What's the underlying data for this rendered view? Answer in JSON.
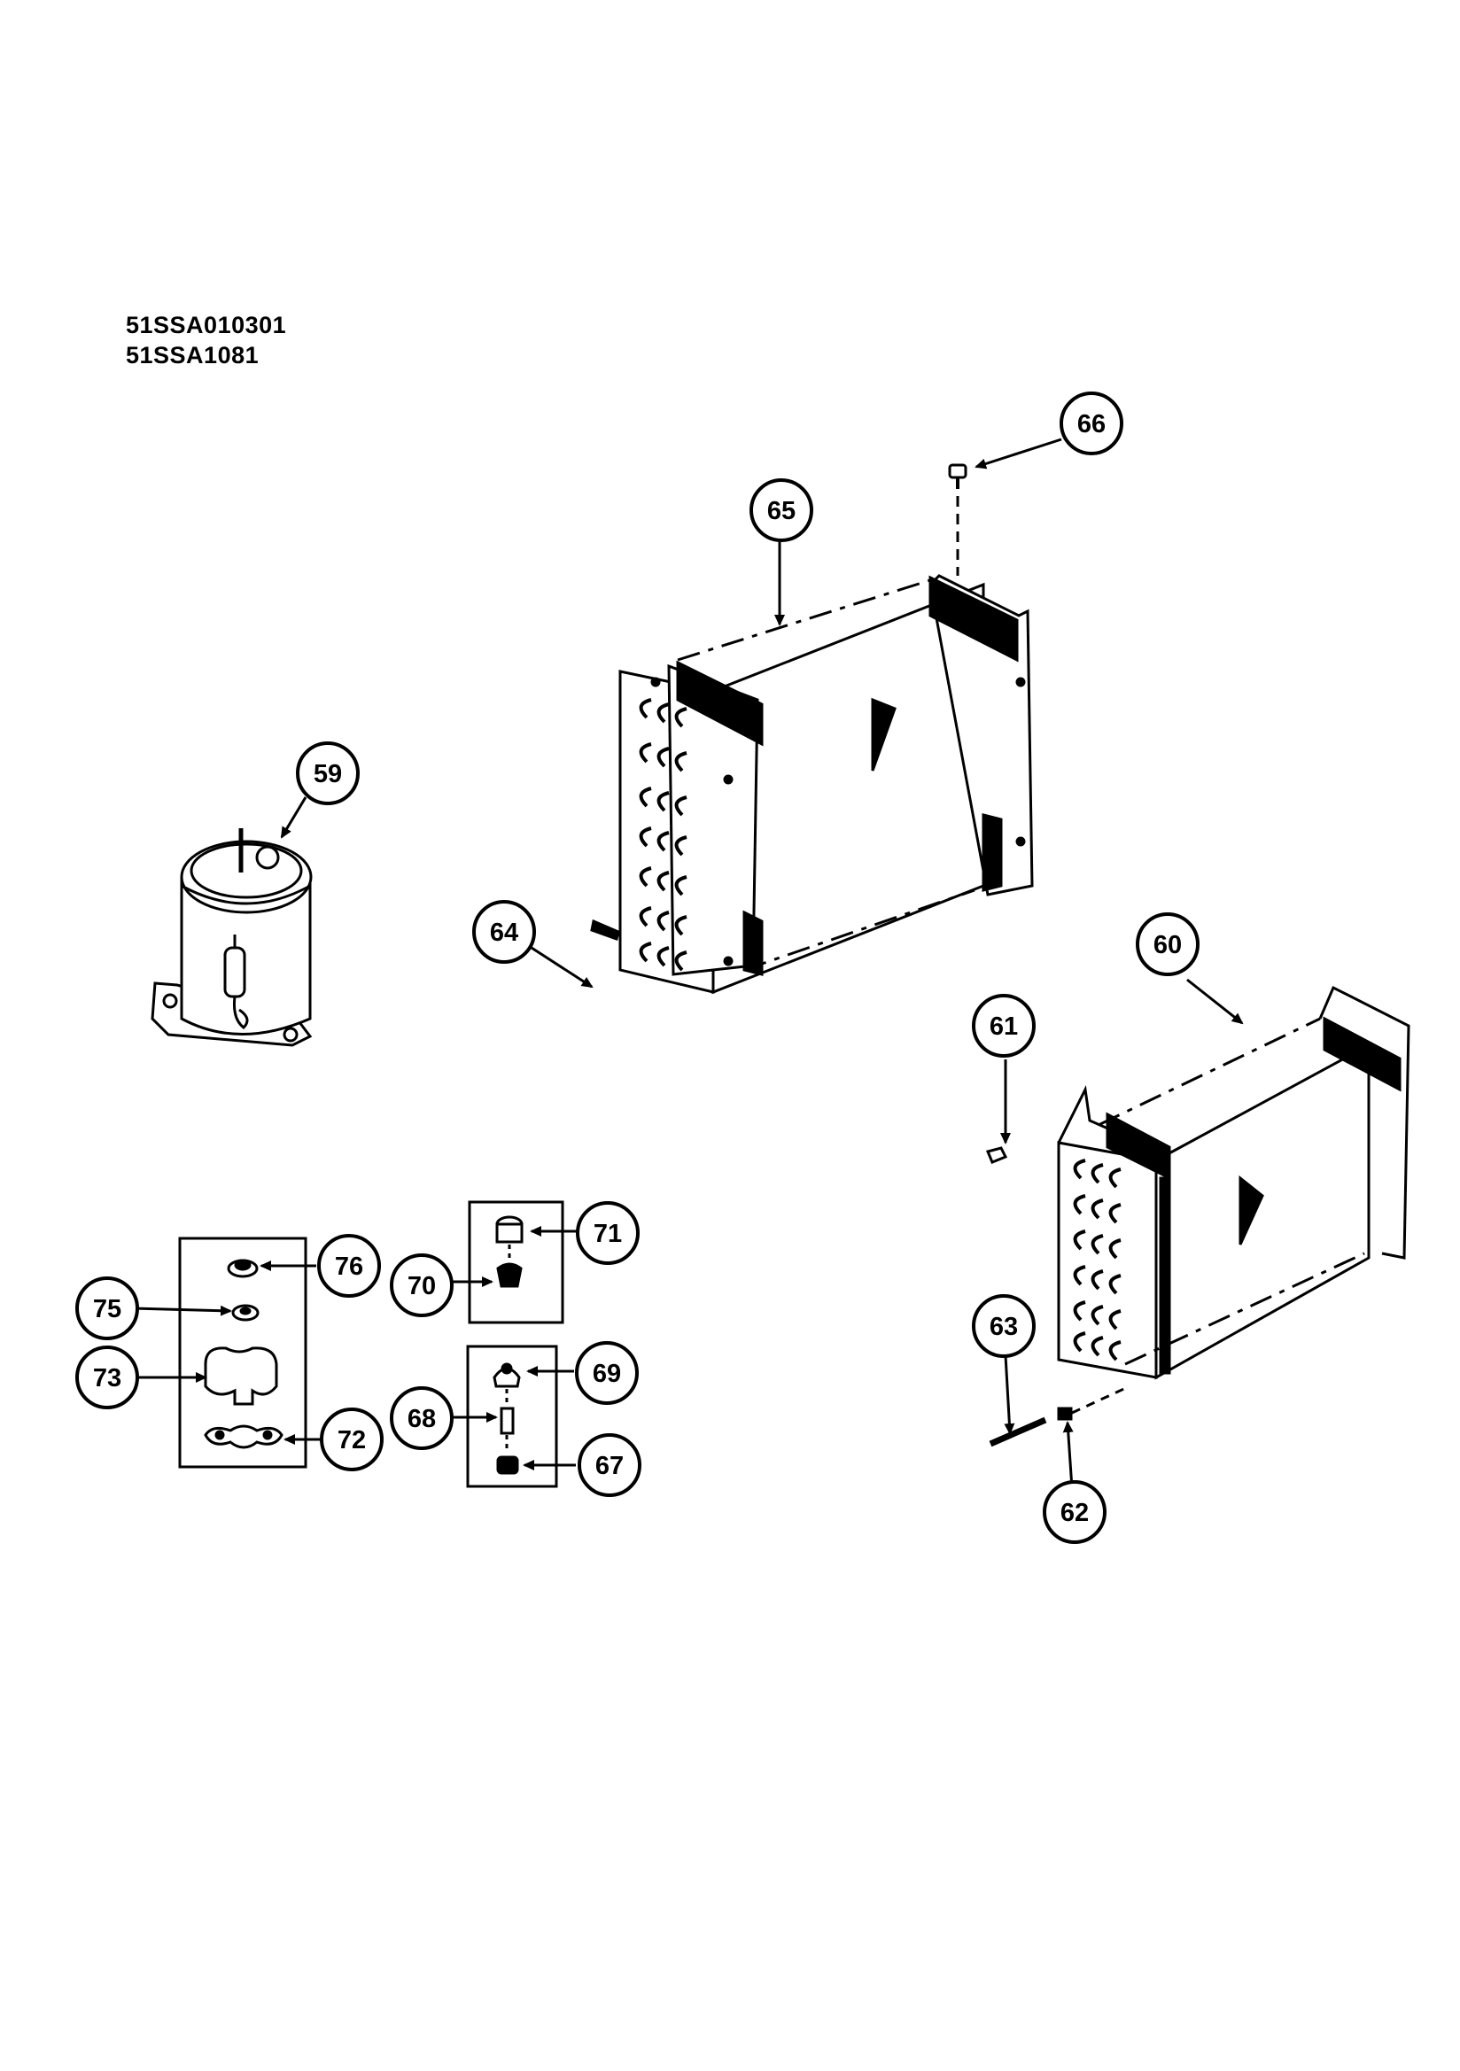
{
  "models": [
    "51SSA010301",
    "51SSA1081"
  ],
  "callouts": [
    {
      "id": "59",
      "label": "59"
    },
    {
      "id": "60",
      "label": "60"
    },
    {
      "id": "61",
      "label": "61"
    },
    {
      "id": "62",
      "label": "62"
    },
    {
      "id": "63",
      "label": "63"
    },
    {
      "id": "64",
      "label": "64"
    },
    {
      "id": "65",
      "label": "65"
    },
    {
      "id": "66",
      "label": "66"
    },
    {
      "id": "67",
      "label": "67"
    },
    {
      "id": "68",
      "label": "68"
    },
    {
      "id": "69",
      "label": "69"
    },
    {
      "id": "70",
      "label": "70"
    },
    {
      "id": "71",
      "label": "71"
    },
    {
      "id": "72",
      "label": "72"
    },
    {
      "id": "73",
      "label": "73"
    },
    {
      "id": "75",
      "label": "75"
    },
    {
      "id": "76",
      "label": "76"
    }
  ]
}
